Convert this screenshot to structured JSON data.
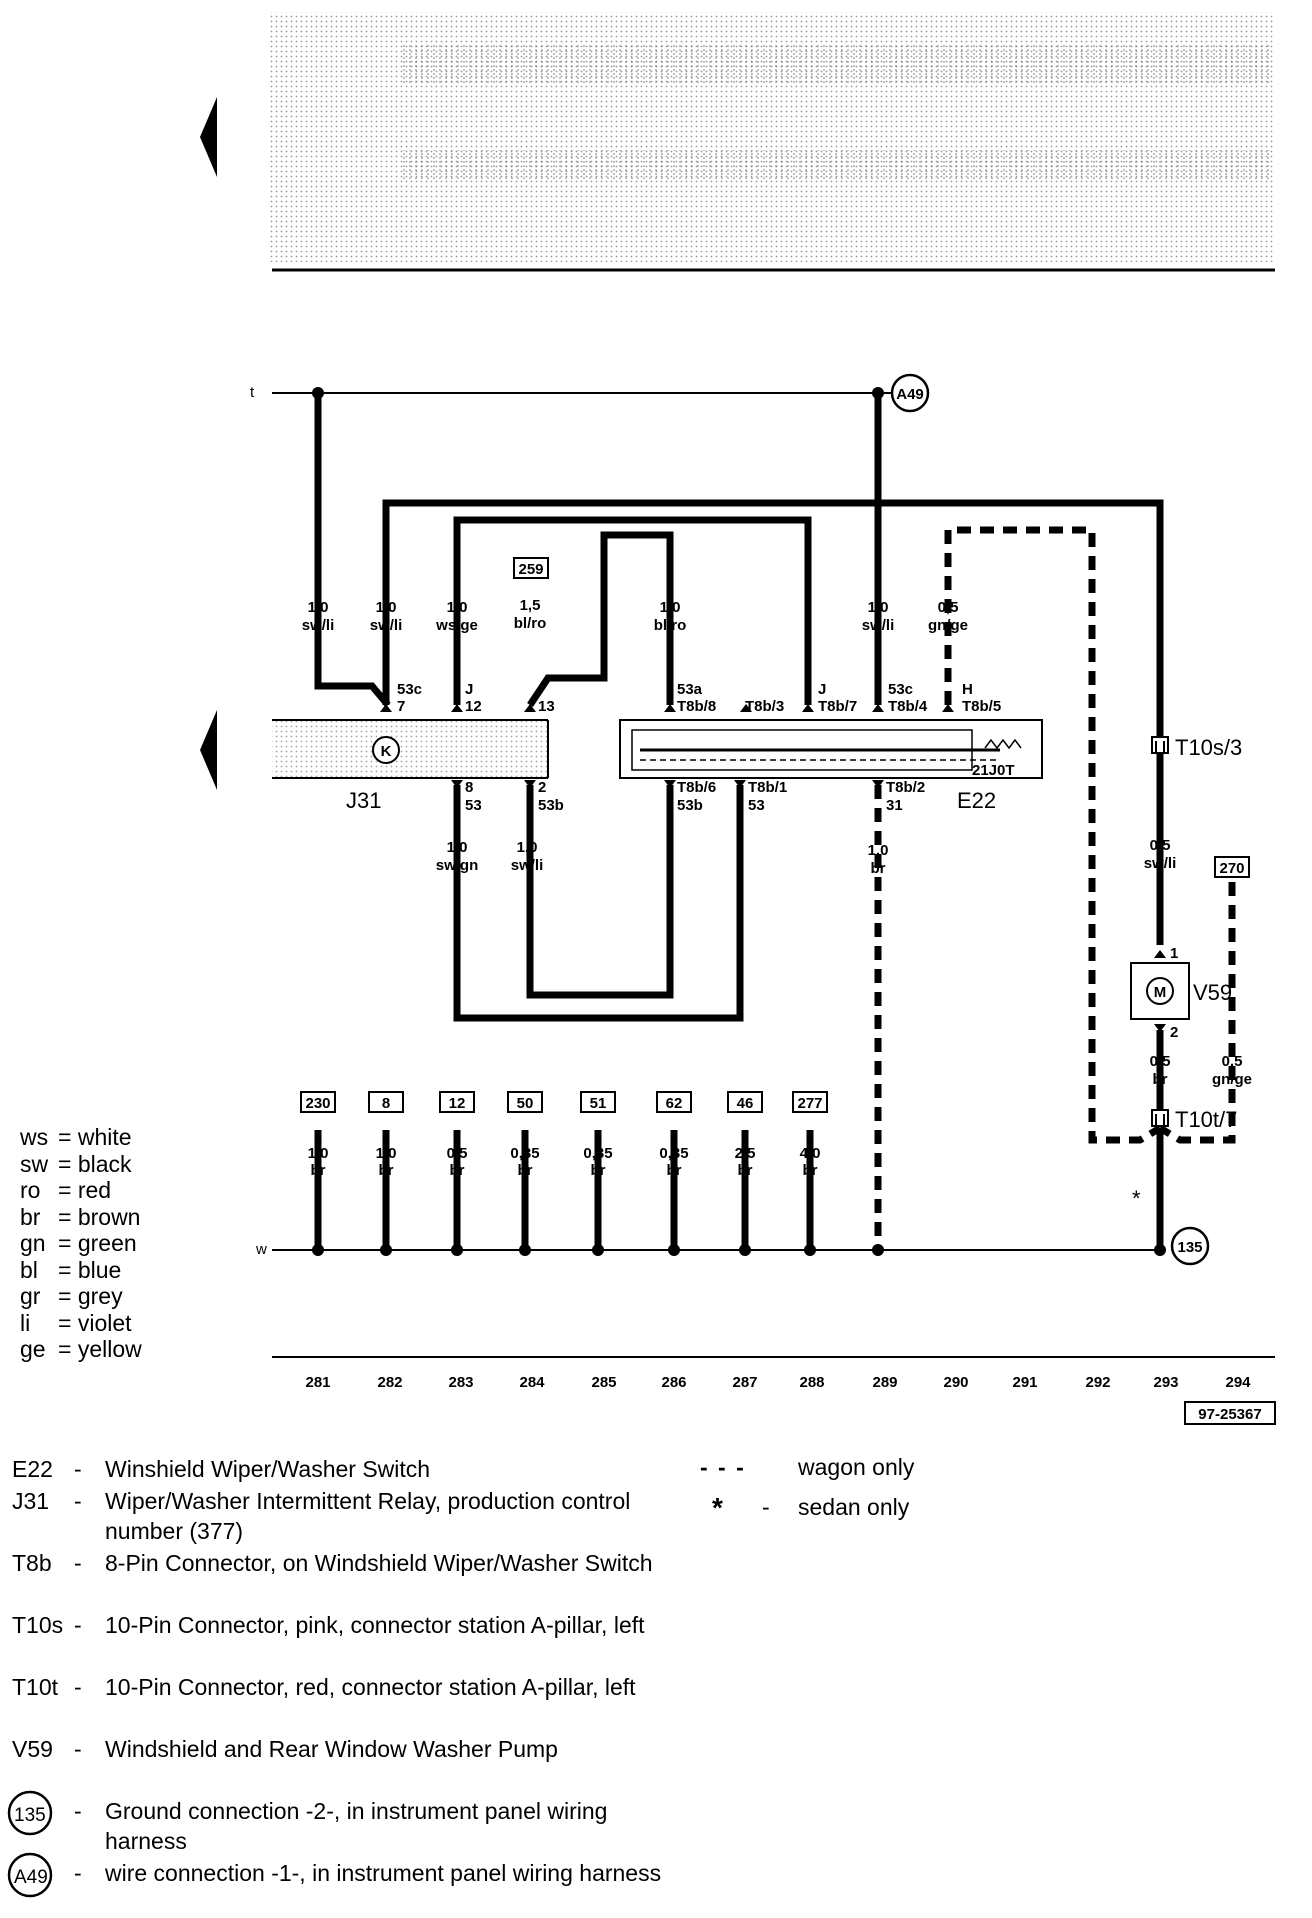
{
  "diagram": {
    "rails": {
      "top": "t",
      "bottom": "w"
    },
    "connections": {
      "a49": "A49",
      "g135": "135"
    },
    "wires": {
      "w1": {
        "size": "1,0",
        "color": "sw/li"
      },
      "w2": {
        "size": "1,0",
        "color": "sw/li"
      },
      "w3": {
        "size": "1,0",
        "color": "ws/ge"
      },
      "w4": {
        "size": "1,5",
        "color": "bl/ro"
      },
      "w5": {
        "size": "1,0",
        "color": "bl/ro"
      },
      "w6": {
        "size": "1,0",
        "color": "sw/li"
      },
      "w7": {
        "size": "0,5",
        "color": "gn/ge"
      },
      "w8": {
        "size": "1,0",
        "color": "sw/gn"
      },
      "w9": {
        "size": "1,0",
        "color": "sw/li"
      },
      "w10": {
        "size": "1,0",
        "color": "br"
      },
      "w11": {
        "size": "0,5",
        "color": "sw/li"
      },
      "w12": {
        "size": "0,5",
        "color": "br"
      },
      "w13": {
        "size": "0,5",
        "color": "gn/ge"
      }
    },
    "refboxes": {
      "r259": "259",
      "r270": "270"
    },
    "j31": {
      "name": "J31",
      "pins": {
        "p1a": "53c",
        "p1b": "7",
        "p2a": "J",
        "p2b": "12",
        "p3": "13",
        "p4a": "8",
        "p4b": "53",
        "p5a": "2",
        "p5b": "53b"
      }
    },
    "e22": {
      "name": "E22",
      "code": "21J0T",
      "pins": {
        "a1": "53a",
        "a2": "T8b/8",
        "b2": "T8b/3",
        "c1": "J",
        "c2": "T8b/7",
        "d1": "53c",
        "d2": "T8b/4",
        "e1": "H",
        "e2": "T8b/5",
        "f1": "T8b/6",
        "f2": "53b",
        "g1": "T8b/1",
        "g2": "53",
        "h1": "T8b/2",
        "h2": "31"
      }
    },
    "t10s": "T10s/3",
    "t10t": "T10t/7",
    "v59": {
      "name": "V59",
      "symbol": "M",
      "pin1": "1",
      "pin2": "2"
    },
    "asterisk": "*",
    "grounds": [
      {
        "ref": "230",
        "size": "1,0",
        "color": "br"
      },
      {
        "ref": "8",
        "size": "1,0",
        "color": "br"
      },
      {
        "ref": "12",
        "size": "0,5",
        "color": "br"
      },
      {
        "ref": "50",
        "size": "0,35",
        "color": "br"
      },
      {
        "ref": "51",
        "size": "0,35",
        "color": "br"
      },
      {
        "ref": "62",
        "size": "0,35",
        "color": "br"
      },
      {
        "ref": "46",
        "size": "2,5",
        "color": "br"
      },
      {
        "ref": "277",
        "size": "4,0",
        "color": "br"
      }
    ],
    "columns": [
      "281",
      "282",
      "283",
      "284",
      "285",
      "286",
      "287",
      "288",
      "289",
      "290",
      "291",
      "292",
      "293",
      "294"
    ],
    "drawing_number": "97-25367"
  },
  "color_legend": [
    {
      "abbr": "ws",
      "name": "white"
    },
    {
      "abbr": "sw",
      "name": "black"
    },
    {
      "abbr": "ro",
      "name": "red"
    },
    {
      "abbr": "br",
      "name": "brown"
    },
    {
      "abbr": "gn",
      "name": "green"
    },
    {
      "abbr": "bl",
      "name": "blue"
    },
    {
      "abbr": "gr",
      "name": "grey"
    },
    {
      "abbr": "li",
      "name": "violet"
    },
    {
      "abbr": "ge",
      "name": "yellow"
    }
  ],
  "components": [
    {
      "code": "E22",
      "text": "Winshield Wiper/Washer Switch"
    },
    {
      "code": "J31",
      "text": "Wiper/Washer Intermittent Relay, production control number (377)"
    },
    {
      "code": "T8b",
      "text": "8-Pin Connector, on Windshield Wiper/Washer Switch"
    },
    {
      "code": "T10s",
      "text": "10-Pin Connector, pink, connector station A-pillar, left"
    },
    {
      "code": "T10t",
      "text": "10-Pin Connector, red, connector station A-pillar, left"
    },
    {
      "code": "V59",
      "text": "Windshield and Rear Window Washer Pump"
    },
    {
      "code": "135",
      "text": "Ground connection -2-, in instrument panel wiring harness"
    },
    {
      "code": "A49",
      "text": "wire connection -1-, in instrument panel wiring harness"
    }
  ],
  "notes": [
    {
      "symbol": "- - -",
      "dash": "",
      "text": "wagon only"
    },
    {
      "symbol": "*",
      "dash": "-",
      "text": "sedan only"
    }
  ]
}
